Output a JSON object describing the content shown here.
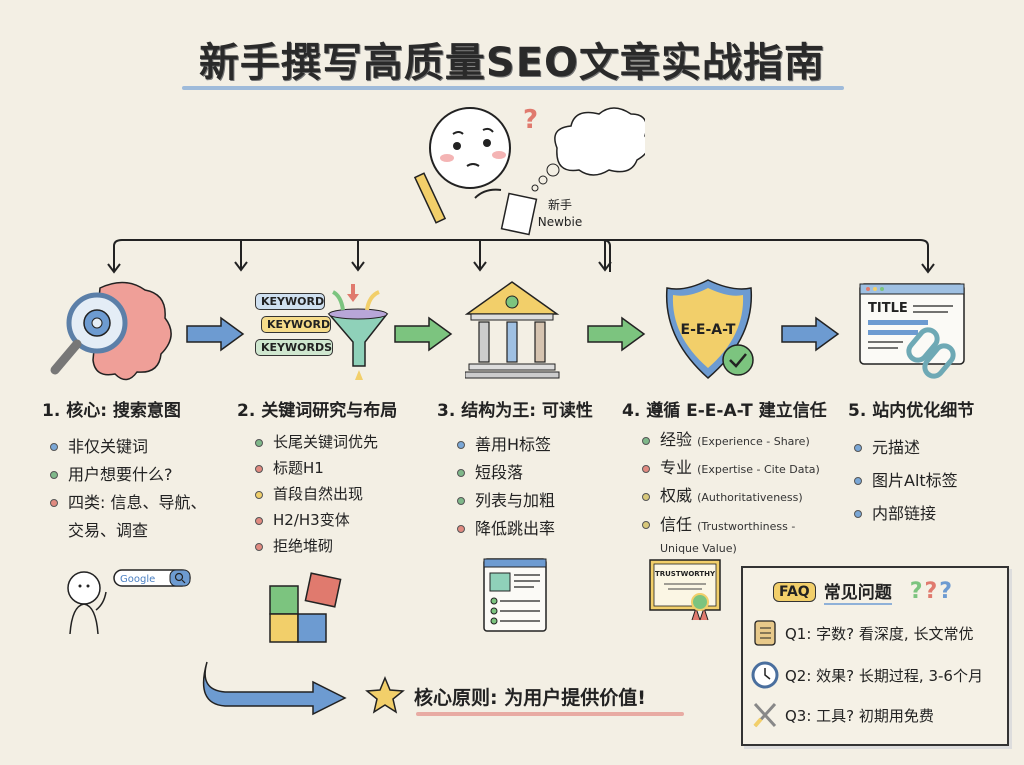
{
  "title": "新手撰写高质量SEO文章实战指南",
  "newbie": {
    "label_cn": "新手",
    "label_en": "Newbie"
  },
  "columns": [
    {
      "title": "1. 核心: 搜索意图",
      "icon": "brain-magnifier-gear-icon",
      "items": [
        {
          "text": "非仅关键词",
          "dot": "#7aa7d6"
        },
        {
          "text": "用户想要什么?",
          "dot": "#7fb88a"
        },
        {
          "text": "四类: 信息、导航、交易、调查",
          "dot": "#e08a80"
        }
      ],
      "illustration": {
        "search_box": "Google",
        "icon": "person-search-icon"
      }
    },
    {
      "title": "2. 关键词研究与布局",
      "icon": "keyword-funnel-icon",
      "keywords": [
        "KEYWORD",
        "KEYWORD",
        "KEYWORDS"
      ],
      "items": [
        {
          "text": "长尾关键词优先",
          "dot": "#7fb88a"
        },
        {
          "text": "标题H1",
          "dot": "#e08a80"
        },
        {
          "text": "首段自然出现",
          "dot": "#f0cf6a"
        },
        {
          "text": "H2/H3变体",
          "dot": "#e08a80"
        },
        {
          "text": "拒绝堆砌",
          "dot": "#e08a80"
        }
      ],
      "illustration": {
        "icon": "puzzle-icon"
      }
    },
    {
      "title": "3. 结构为王: 可读性",
      "icon": "pillars-building-icon",
      "items": [
        {
          "text": "善用H标签",
          "dot": "#7aa7d6"
        },
        {
          "text": "短段落",
          "dot": "#7fb88a"
        },
        {
          "text": "列表与加粗",
          "dot": "#7fb88a"
        },
        {
          "text": "降低跳出率",
          "dot": "#e08a80"
        }
      ],
      "illustration": {
        "icon": "webpage-layout-icon"
      }
    },
    {
      "title": "4. 遵循 E-E-A-T 建立信任",
      "icon": "eeat-shield-icon",
      "shield_label": "E-E-A-T",
      "items": [
        {
          "text": "经验",
          "en": "(Experience - Share)",
          "dot": "#7fb88a"
        },
        {
          "text": "专业",
          "en": "(Expertise - Cite Data)",
          "dot": "#e08a80"
        },
        {
          "text": "权威",
          "en": "(Authoritativeness)",
          "dot": "#d8c87a"
        },
        {
          "text": "信任",
          "en": "(Trustworthiness - Unique Value)",
          "dot": "#d8c87a"
        }
      ],
      "illustration": {
        "certificate_label": "TRUSTWORTHY",
        "icon": "certificate-icon"
      }
    },
    {
      "title": "5. 站内优化细节",
      "icon": "browser-title-link-icon",
      "browser_label": "TITLE",
      "items": [
        {
          "text": "元描述",
          "dot": "#7aa7d6"
        },
        {
          "text": "图片Alt标签",
          "dot": "#7aa7d6"
        },
        {
          "text": "内部链接",
          "dot": "#7aa7d6"
        }
      ]
    }
  ],
  "faq": {
    "badge": "FAQ",
    "title": "常见问题",
    "questions": [
      {
        "icon": "scroll-icon",
        "text": "Q1: 字数? 看深度, 长文常优"
      },
      {
        "icon": "clock-icon",
        "text": "Q2: 效果? 长期过程, 3-6个月"
      },
      {
        "icon": "tools-icon",
        "text": "Q3: 工具? 初期用免费"
      }
    ]
  },
  "principle": "核心原则: 为用户提供价值!",
  "colors": {
    "background": "#f3efe4",
    "blue": "#6d9bd1",
    "green": "#7cc47f",
    "red": "#e07a6e",
    "yellow": "#f2cf6a"
  }
}
